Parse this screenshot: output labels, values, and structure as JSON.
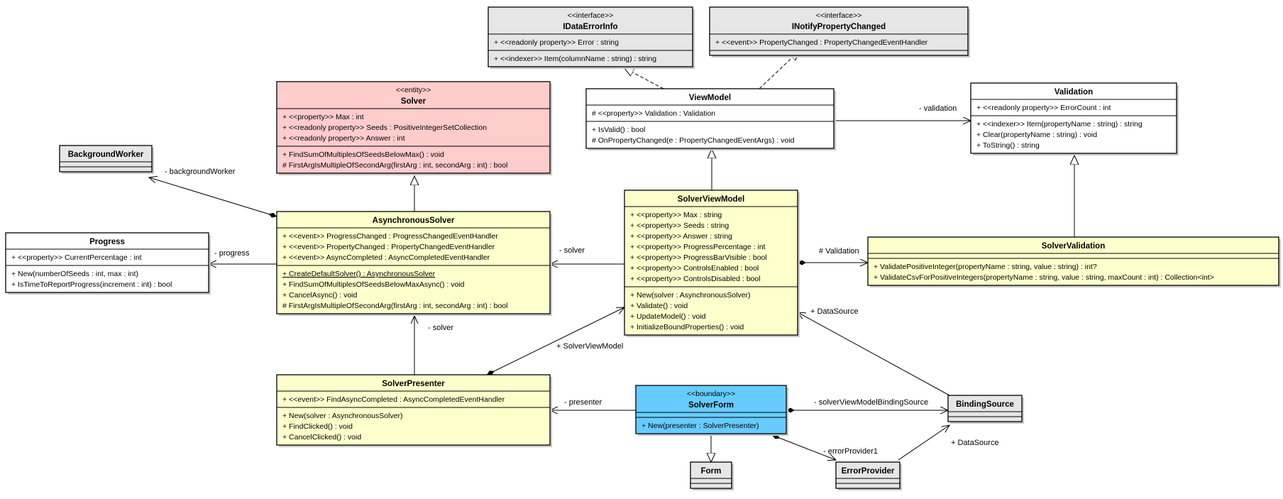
{
  "colors": {
    "entity_fill": "#ffcccc",
    "class_fill": "#ffffcc",
    "interface_fill": "#e6e6e6",
    "plain_fill": "#ffffff",
    "lib_fill": "#e6e6e6",
    "boundary_fill": "#66ccff",
    "stroke": "#000000"
  },
  "classes": {
    "idataerrorinfo": {
      "stereotype": "<<interface>>",
      "name": "IDataErrorInfo",
      "attributes": [
        "+ <<readonly property>> Error : string"
      ],
      "operations": [
        "+ <<indexer>> Item(columnName : string) : string"
      ]
    },
    "inotifypropertychanged": {
      "stereotype": "<<interface>>",
      "name": "INotifyPropertyChanged",
      "attributes": [
        "+ <<event>> PropertyChanged : PropertyChangedEventHandler"
      ],
      "operations": []
    },
    "solver": {
      "stereotype": "<<entity>>",
      "name": "Solver",
      "attributes": [
        "+ <<property>> Max : int",
        "+ <<readonly property>> Seeds : PositiveIntegerSetCollection",
        "+ <<readonly property>> Answer : int"
      ],
      "operations": [
        "+ FindSumOfMultiplesOfSeedsBelowMax() : void",
        "# FirstArgIsMultipleOfSecondArg(firstArg : int, secondArg : int) : bool"
      ]
    },
    "viewmodel": {
      "stereotype": "",
      "name": "ViewModel",
      "attributes": [
        "# <<property>> Validation : Validation"
      ],
      "operations": [
        "+ IsValid() : bool",
        "# OnPropertyChanged(e : PropertyChangedEventArgs) : void"
      ]
    },
    "validation": {
      "stereotype": "",
      "name": "Validation",
      "attributes": [
        "+ <<readonly property>> ErrorCount : int"
      ],
      "operations": [
        "+ <<indexer>> Item(propertyName : string) : string",
        "+ Clear(propertyName : string) : void",
        "+ ToString() : string"
      ]
    },
    "backgroundworker": {
      "stereotype": "",
      "name": "BackgroundWorker",
      "attributes": [],
      "operations": []
    },
    "progress": {
      "stereotype": "",
      "name": "Progress",
      "attributes": [
        "+ <<property>> CurrentPercentage : int"
      ],
      "operations": [
        "+ New(numberOfSeeds : int, max : int)",
        "+ IsTimeToReportProgress(increment : int) : bool"
      ]
    },
    "asynchronoussolver": {
      "stereotype": "",
      "name": "AsynchronousSolver",
      "attributes": [
        "+ <<event>> ProgressChanged : ProgressChangedEventHandler",
        "+ <<event>> PropertyChanged : PropertyChangedEventHandler",
        "+ <<event>> AsyncCompleted : AsyncCompletedEventHandler"
      ],
      "operations": [
        "+ CreateDefaultSolver() : AsynchronousSolver",
        "+ FindSumOfMultiplesOfSeedsBelowMaxAsync() : void",
        "+ CancelAsync() : void",
        "# FirstArgIsMultipleOfSecondArg(firstArg : int, secondArg : int) : bool"
      ]
    },
    "solverviewmodel": {
      "stereotype": "",
      "name": "SolverViewModel",
      "attributes": [
        "+ <<property>> Max : string",
        "+ <<property>> Seeds : string",
        "+ <<property>> Answer : string",
        "+ <<property>> ProgressPercentage : int",
        "+ <<property>> ProgressBarVisible : bool",
        "+ <<property>> ControlsEnabled : bool",
        "+ <<property>> ControlsDisabled : bool"
      ],
      "operations": [
        "+ New(solver : AsynchronousSolver)",
        "+ Validate() : void",
        "+ UpdateModel() : void",
        "+ InitializeBoundProperties() : void"
      ]
    },
    "solvervalidation": {
      "stereotype": "",
      "name": "SolverValidation",
      "attributes": [],
      "operations": [
        "+ ValidatePositiveInteger(propertyName : string, value : string) : int?",
        "+ ValidateCsvForPositiveIntegers(propertyName : string, value : string, maxCount : int) : Collection<int>"
      ]
    },
    "solverpresenter": {
      "stereotype": "",
      "name": "SolverPresenter",
      "attributes": [
        "+ <<event>> FindAsyncCompleted : AsyncCompletedEventHandler"
      ],
      "operations": [
        "+ New(solver : AsynchronousSolver)",
        "+ FindClicked() : void",
        "+ CancelClicked() : void"
      ]
    },
    "solverform": {
      "stereotype": "<<boundary>>",
      "name": "SolverForm",
      "attributes": [],
      "operations": [
        "+ New(presenter : SolverPresenter)"
      ]
    },
    "bindingsource": {
      "stereotype": "",
      "name": "BindingSource",
      "attributes": [],
      "operations": []
    },
    "form": {
      "stereotype": "",
      "name": "Form",
      "attributes": [],
      "operations": []
    },
    "errorprovider": {
      "stereotype": "",
      "name": "ErrorProvider",
      "attributes": [],
      "operations": []
    }
  },
  "links": {
    "validation": "- validation",
    "background_worker": "- backgroundWorker",
    "progress": "- progress",
    "solver_async": "- solver",
    "solver_presenter": "- solver",
    "solver_view_model": "+ SolverViewModel",
    "presenter": "- presenter",
    "hash_validation": "# Validation",
    "data_source_vm": "+ DataSource",
    "binding_source": "- solverViewModelBindingSource",
    "error_provider": "- errorProvider1",
    "data_source_ep": "+ DataSource"
  }
}
